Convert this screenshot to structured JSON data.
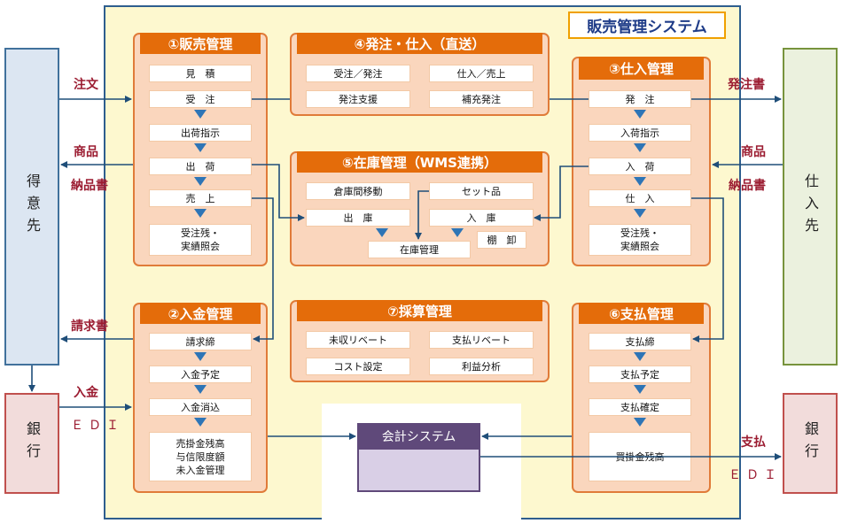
{
  "system_title": "販売管理システム",
  "external": {
    "customer": "得意先",
    "supplier": "仕入先",
    "bank_left": "銀行",
    "bank_right": "銀行"
  },
  "flow_labels": {
    "order": "注文",
    "goods_left": "商品",
    "delivery_left": "納品書",
    "invoice": "請求書",
    "deposit": "入金",
    "edi_left": "ＥＤＩ",
    "purchase_order": "発注書",
    "goods_right": "商品",
    "delivery_right": "納品書",
    "payment": "支払",
    "edi_right": "ＥＤＩ"
  },
  "panels": {
    "sales": {
      "title": "①販売管理",
      "items": [
        "見　積",
        "受　注",
        "出荷指示",
        "出　荷",
        "売　上",
        "受注残・\n実績照会"
      ]
    },
    "receipt": {
      "title": "②入金管理",
      "items": [
        "請求締",
        "入金予定",
        "入金消込",
        "売掛金残高\n与信限度額\n未入金管理"
      ]
    },
    "purchase": {
      "title": "③仕入管理",
      "items": [
        "発　注",
        "入荷指示",
        "入　荷",
        "仕　入",
        "受注残・\n実績照会"
      ]
    },
    "direct": {
      "title": "④発注・仕入（直送）",
      "items": [
        "受注／発注",
        "仕入／売上",
        "発注支援",
        "補充発注"
      ]
    },
    "inventory": {
      "title": "⑤在庫管理（WMS連携）",
      "items": [
        "倉庫間移動",
        "セット品",
        "出　庫",
        "入　庫",
        "在庫管理",
        "棚　卸"
      ]
    },
    "payment": {
      "title": "⑥支払管理",
      "items": [
        "支払締",
        "支払予定",
        "支払確定",
        "買掛金残高"
      ]
    },
    "profit": {
      "title": "⑦採算管理",
      "items": [
        "未収リベート",
        "支払リベート",
        "コスト設定",
        "利益分析"
      ]
    }
  },
  "accounting": "会計システム",
  "colors": {
    "accent": "#e46c0a",
    "panel": "#fad6bd",
    "arrow": "#1f4e79",
    "frame": "#fdf8cf"
  }
}
